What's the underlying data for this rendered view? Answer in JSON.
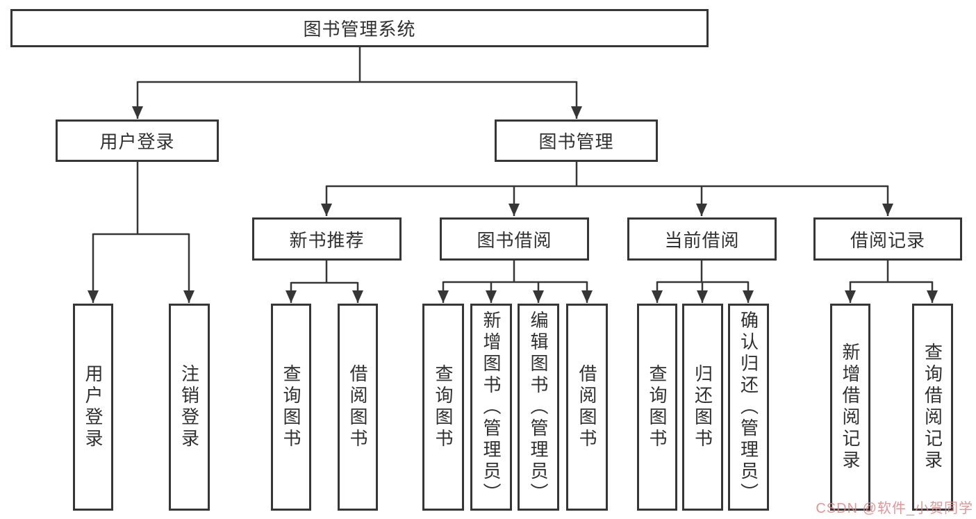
{
  "colors": {
    "line": "#363636",
    "box_border": "#363636",
    "text": "#303030",
    "background": "#ffffff",
    "watermark": "#e08282"
  },
  "tree": {
    "root": {
      "label": "图书管理系统"
    },
    "branches": [
      {
        "label": "用户登录",
        "children": [
          {
            "label": "用户登录"
          },
          {
            "label": "注销登录"
          }
        ]
      },
      {
        "label": "图书管理",
        "children": [
          {
            "label": "新书推荐",
            "children": [
              {
                "label": "查询图书"
              },
              {
                "label": "借阅图书"
              }
            ]
          },
          {
            "label": "图书借阅",
            "children": [
              {
                "label": "查询图书"
              },
              {
                "label": "新增图书（管理员）"
              },
              {
                "label": "编辑图书（管理员）"
              },
              {
                "label": "借阅图书"
              }
            ]
          },
          {
            "label": "当前借阅",
            "children": [
              {
                "label": "查询图书"
              },
              {
                "label": "归还图书"
              },
              {
                "label": "确认归还（管理员）"
              }
            ]
          },
          {
            "label": "借阅记录",
            "children": [
              {
                "label": "新增借阅记录"
              },
              {
                "label": "查询借阅记录"
              }
            ]
          }
        ]
      }
    ]
  },
  "watermark": {
    "text": "CSDN @软件_小贺同学"
  }
}
